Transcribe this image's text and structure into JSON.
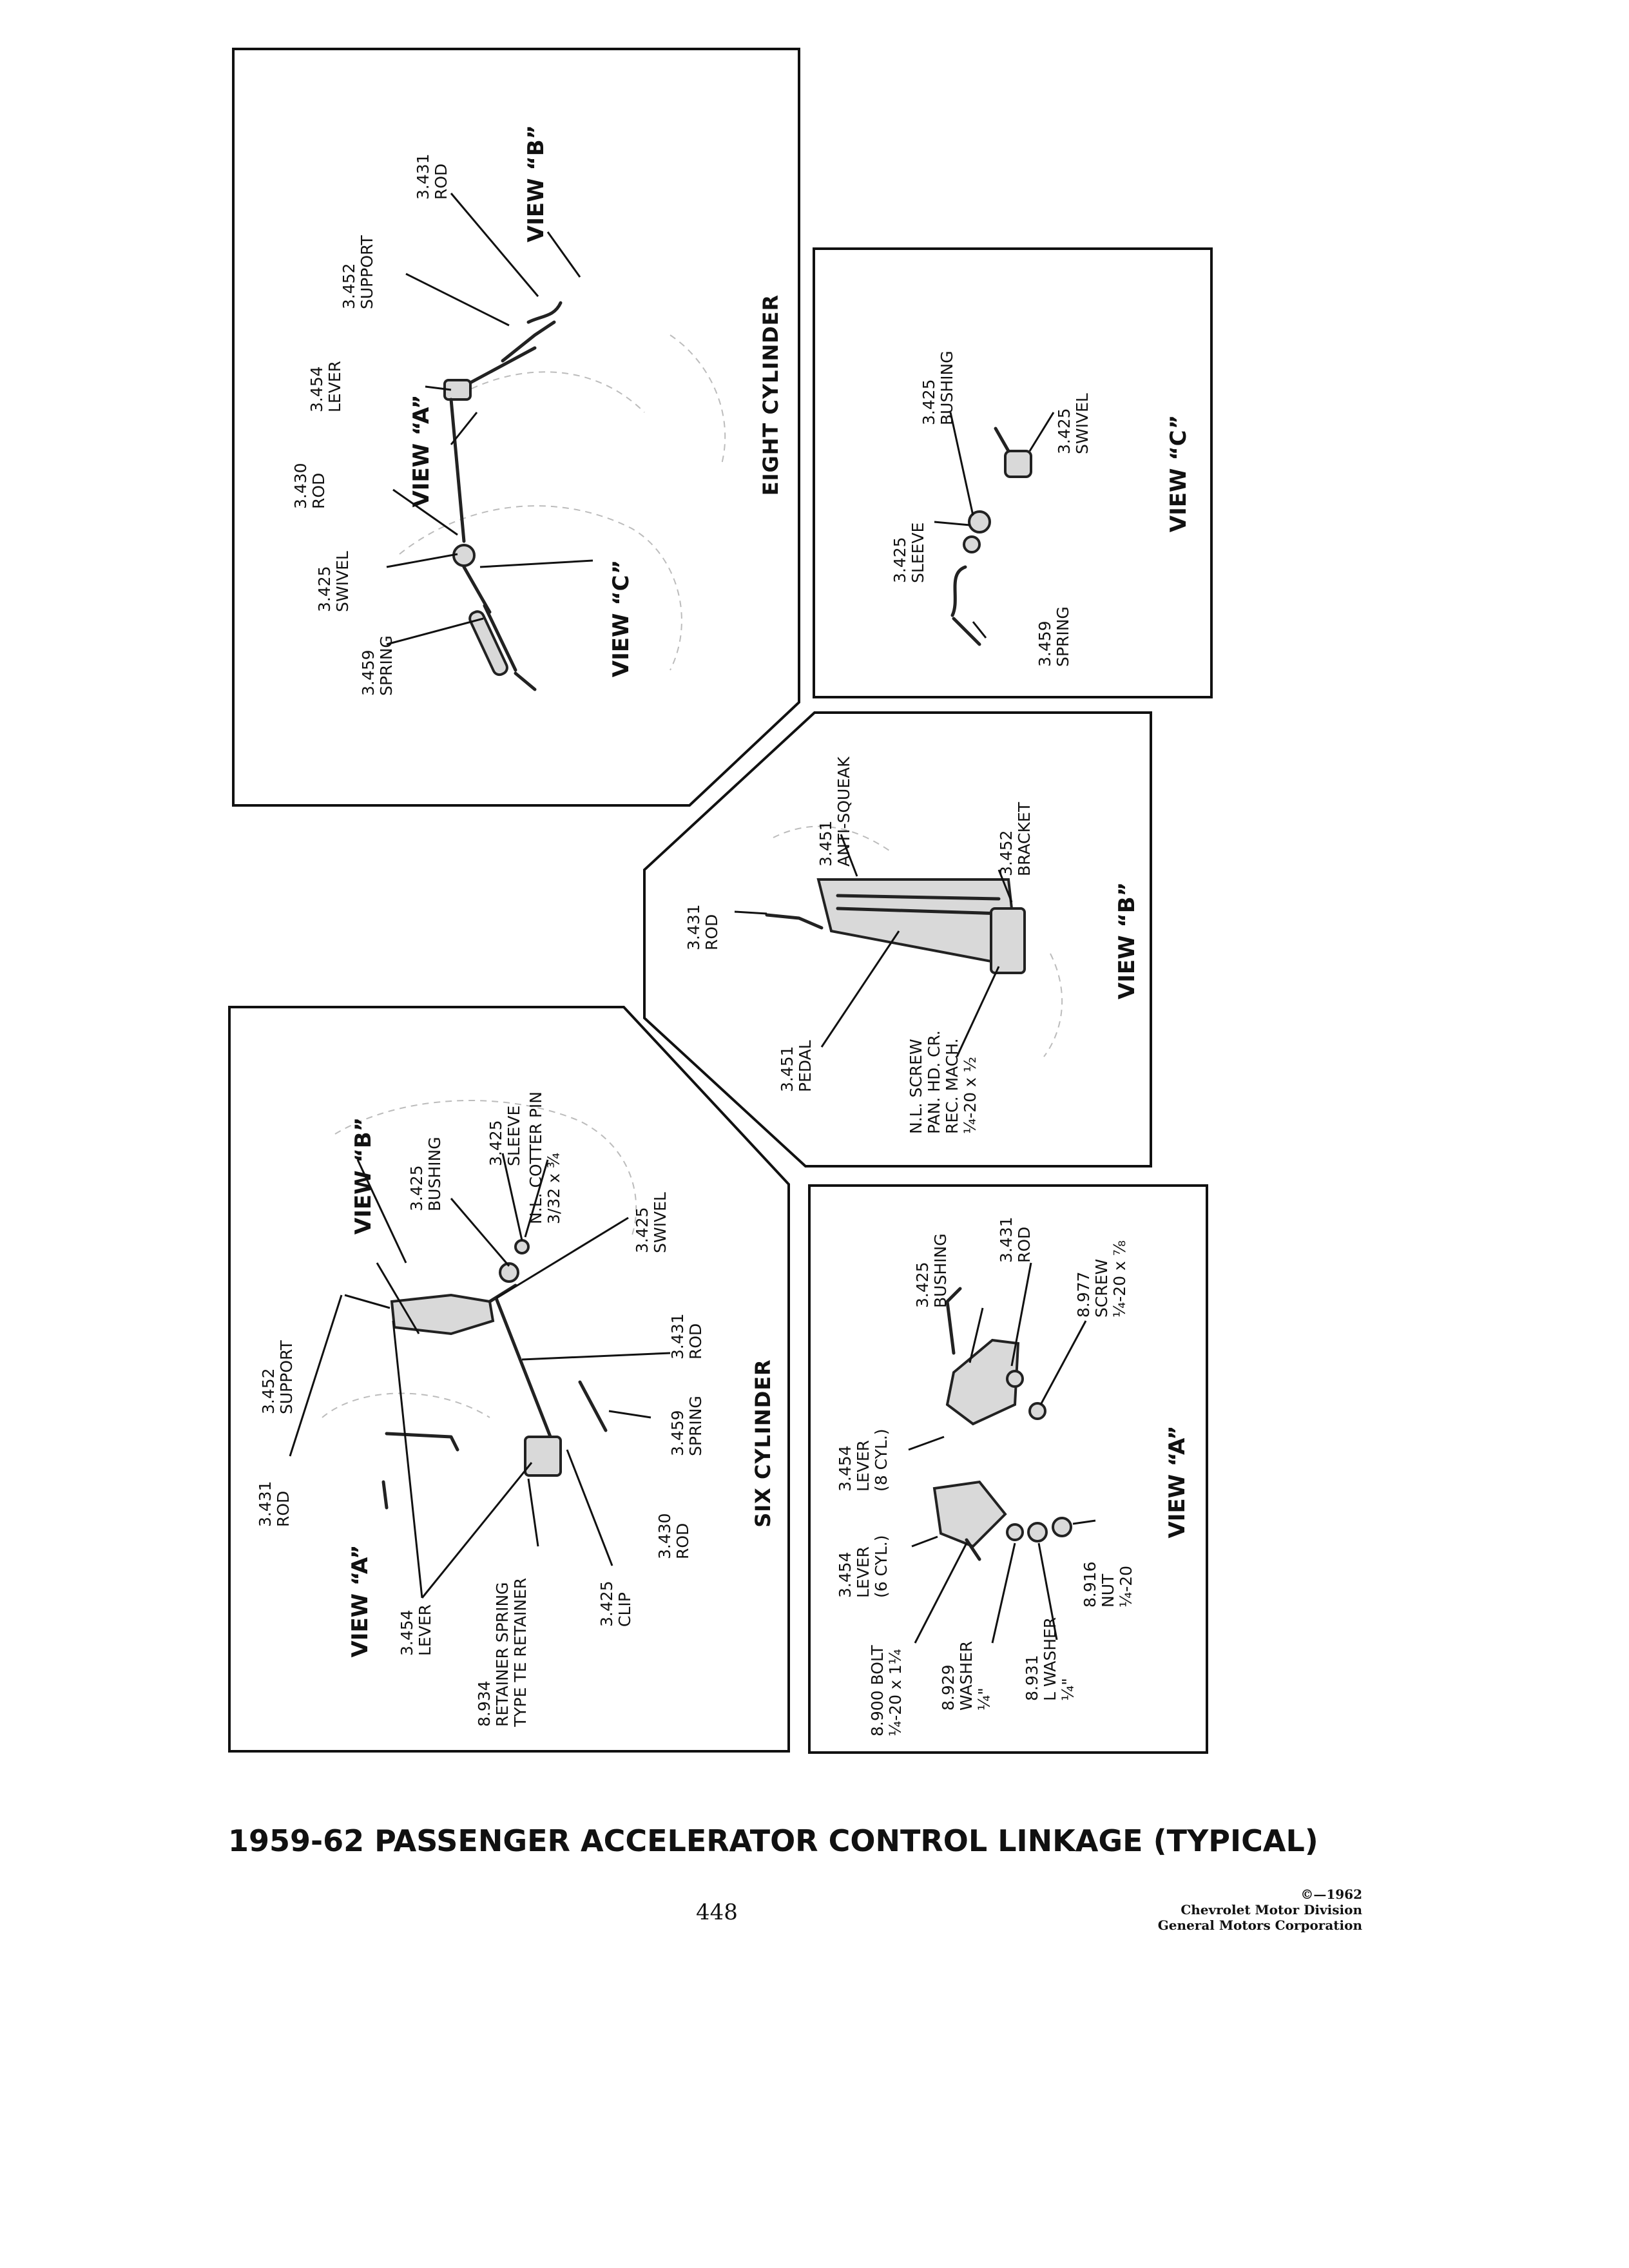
{
  "title": "1959-62 PASSENGER ACCELERATOR CONTROL LINKAGE (TYPICAL)",
  "page_number": "448",
  "copyright": [
    "©—1962",
    "Chevrolet Motor Division",
    "General Motors Corporation"
  ],
  "panels": {
    "eight_cylinder": {
      "section": "EIGHT CYLINDER",
      "views": [
        "VIEW “A”",
        "VIEW “B”",
        "VIEW “C”"
      ],
      "labels": [
        [
          "3.459",
          "SPRING"
        ],
        [
          "3.425",
          "SWIVEL"
        ],
        [
          "3.430",
          "ROD"
        ],
        [
          "3.454",
          "LEVER"
        ],
        [
          "3.452",
          "SUPPORT"
        ],
        [
          "3.431",
          "ROD"
        ]
      ]
    },
    "view_c": {
      "view": "VIEW “C”",
      "labels": [
        [
          "3.425",
          "SLEEVE"
        ],
        [
          "3.425",
          "BUSHING"
        ],
        [
          "3.425",
          "SWIVEL"
        ],
        [
          "3.459",
          "SPRING"
        ]
      ]
    },
    "view_b": {
      "view": "VIEW “B”",
      "labels": [
        [
          "3.431",
          "ROD"
        ],
        [
          "3.451",
          "ANTI-SQUEAK"
        ],
        [
          "3.452",
          "BRACKET"
        ],
        [
          "3.451",
          "PEDAL"
        ],
        [
          "N.L. SCREW",
          "PAN. HD. CR.",
          "REC. MACH.",
          "¼-20 x ½"
        ]
      ]
    },
    "six_cylinder": {
      "section": "SIX CYLINDER",
      "views": [
        "VIEW “A”",
        "VIEW “B”"
      ],
      "labels": [
        [
          "3.431",
          "ROD"
        ],
        [
          "3.452",
          "SUPPORT"
        ],
        [
          "3.425",
          "BUSHING"
        ],
        [
          "3.425",
          "SLEEVE"
        ],
        [
          "N.L. COTTER PIN",
          "3/32 x ¾"
        ],
        [
          "3.425",
          "SWIVEL"
        ],
        [
          "3.431",
          "ROD"
        ],
        [
          "3.459",
          "SPRING"
        ],
        [
          "3.430",
          "ROD"
        ],
        [
          "3.425",
          "CLIP"
        ],
        [
          "3.454",
          "LEVER"
        ],
        [
          "8.934",
          "RETAINER SPRING",
          "TYPE TE RETAINER"
        ]
      ]
    },
    "view_a": {
      "view": "VIEW “A”",
      "labels": [
        [
          "3.425",
          "BUSHING"
        ],
        [
          "3.431",
          "ROD"
        ],
        [
          "8.977",
          "SCREW",
          "¼-20 x ⅞"
        ],
        [
          "3.454",
          "LEVER",
          "(8 CYL.)"
        ],
        [
          "3.454",
          "LEVER",
          "(6 CYL.)"
        ],
        [
          "8.900 BOLT",
          "¼-20 x 1¼"
        ],
        [
          "8.929",
          "WASHER",
          "¼\""
        ],
        [
          "8.931",
          "L WASHER",
          "¼\""
        ],
        [
          "8.916",
          "NUT",
          "¼-20"
        ]
      ]
    }
  }
}
